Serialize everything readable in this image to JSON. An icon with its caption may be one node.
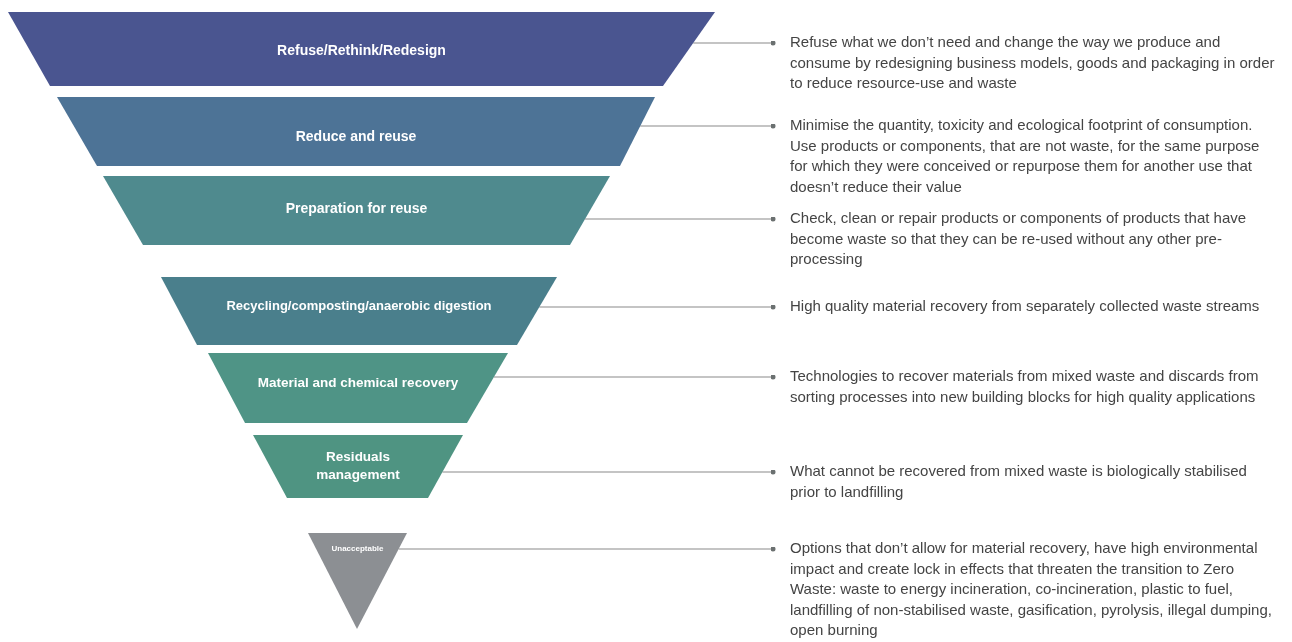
{
  "diagram": {
    "nodes": [
      {
        "text": [
          "Refuse/Rethink/Redesign"
        ]
      },
      {
        "text": [
          "Reduce and reuse"
        ]
      },
      {
        "text": [
          "Preparation for reuse"
        ]
      },
      {
        "text": [
          "Recycling/composting/anaerobic digestion"
        ]
      },
      {
        "text": [
          "Material and chemical recovery"
        ]
      },
      {
        "text": [
          "Residuals management"
        ]
      },
      {
        "text": [
          "Unacceptable"
        ]
      },
      {
        "text": [
          "Refuse what we don’t need and change the way we produce and consume by redesigning business models, goods and packaging in order to reduce resource-use and waste"
        ]
      },
      {
        "text": [
          "Minimise the quantity, toxicity and ecological footprint of consumption. Use products or components, that are not waste, for the same purpose for which they were conceived or repurpose them for another use that doesn’t reduce their value"
        ]
      },
      {
        "text": [
          "Check, clean or repair products or components of products that have become waste so that they can be re-used without any other pre-processing"
        ]
      },
      {
        "text": [
          "High quality material recovery from separately collected waste streams"
        ]
      },
      {
        "text": [
          "Technologies to recover materials from mixed waste and discards from sorting processes into new building blocks for high quality applications"
        ]
      },
      {
        "text": [
          "What cannot be recovered from mixed waste is biologically stabilised prior to landfilling"
        ]
      },
      {
        "text": [
          "Options that don’t allow for material recovery, have high environmental impact and create lock in effects that threaten the transition to Zero Waste: waste to energy incineration, co-incineration, plastic to fuel, landfilling of non-stabilised waste, gasification, pyrolysis, illegal dumping, open burning"
        ]
      }
    ],
    "edges": [
      {
        "from": 0,
        "to": 7,
        "arrow": "other"
      },
      {
        "from": 1,
        "to": 8,
        "arrow": "other"
      },
      {
        "from": 2,
        "to": 9,
        "arrow": "other"
      },
      {
        "from": 3,
        "to": 10,
        "arrow": "other"
      },
      {
        "from": 4,
        "to": 11,
        "arrow": "other"
      },
      {
        "from": 5,
        "to": 12,
        "arrow": "other"
      },
      {
        "from": 6,
        "to": 13,
        "arrow": "other"
      }
    ]
  }
}
